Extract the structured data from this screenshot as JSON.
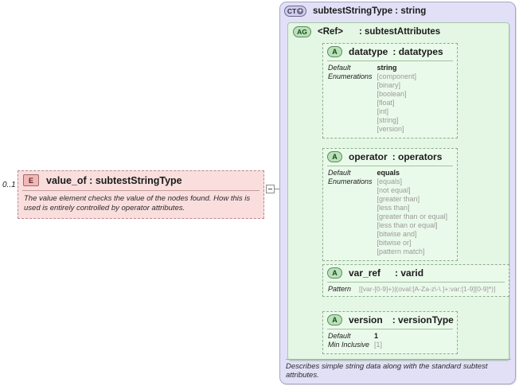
{
  "element": {
    "cardinality": "0..1",
    "badge": "E",
    "title": "value_of : subtestStringType",
    "documentation": "The value element checks the value of the nodes found.  How this is used is entirely controlled by operator attributes."
  },
  "complex_type": {
    "badge": "CT",
    "badge_plus": "+",
    "title": "subtestStringType : string",
    "footer": "Describes simple string data along with the standard subtest attributes."
  },
  "attribute_group": {
    "badge": "AG",
    "ref": "<Ref>",
    "type": ": subtestAttributes"
  },
  "attributes": [
    {
      "badge": "A",
      "name": "datatype",
      "type": ": datatypes",
      "facet_labels": [
        "Default",
        "Enumerations"
      ],
      "default": "string",
      "enumerations": [
        "[component]",
        "[binary]",
        "[boolean]",
        "[float]",
        "[int]",
        "[string]",
        "[version]"
      ]
    },
    {
      "badge": "A",
      "name": "operator",
      "type": ": operators",
      "facet_labels": [
        "Default",
        "Enumerations"
      ],
      "default": "equals",
      "enumerations": [
        "[equals]",
        "[not equal]",
        "[greater than]",
        "[less than]",
        "[greater than or equal]",
        "[less than or equal]",
        "[bitwise and]",
        "[bitwise or]",
        "[pattern match]"
      ]
    },
    {
      "badge": "A",
      "name": "var_ref",
      "type": ": varid",
      "pattern_label": "Pattern",
      "pattern_value": "[[var-[0-9]+)|(oval:[A-Za-z\\-\\.]+:var:[1-9][0-9]*)]"
    },
    {
      "badge": "A",
      "name": "version",
      "type": ": versionType",
      "facet_labels": [
        "Default",
        "Min Inclusive"
      ],
      "default": "1",
      "min_inclusive": "[1]"
    }
  ]
}
